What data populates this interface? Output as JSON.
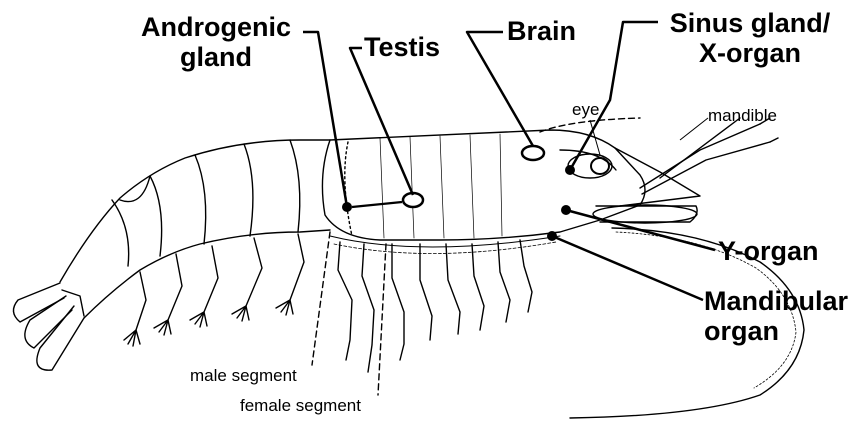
{
  "labels": {
    "androgenic_gland_line1": "Androgenic",
    "androgenic_gland_line2": "gland",
    "testis": "Testis",
    "brain": "Brain",
    "sinus_gland_line1": "Sinus gland/",
    "sinus_gland_line2": "X-organ",
    "y_organ": "Y-organ",
    "mandibular_organ_line1": "Mandibular",
    "mandibular_organ_line2": "organ",
    "eye": "eye",
    "mandible": "mandible",
    "male_segment": "male segment",
    "female_segment": "female segment"
  },
  "colors": {
    "ink": "#000000",
    "background": "#ffffff"
  }
}
